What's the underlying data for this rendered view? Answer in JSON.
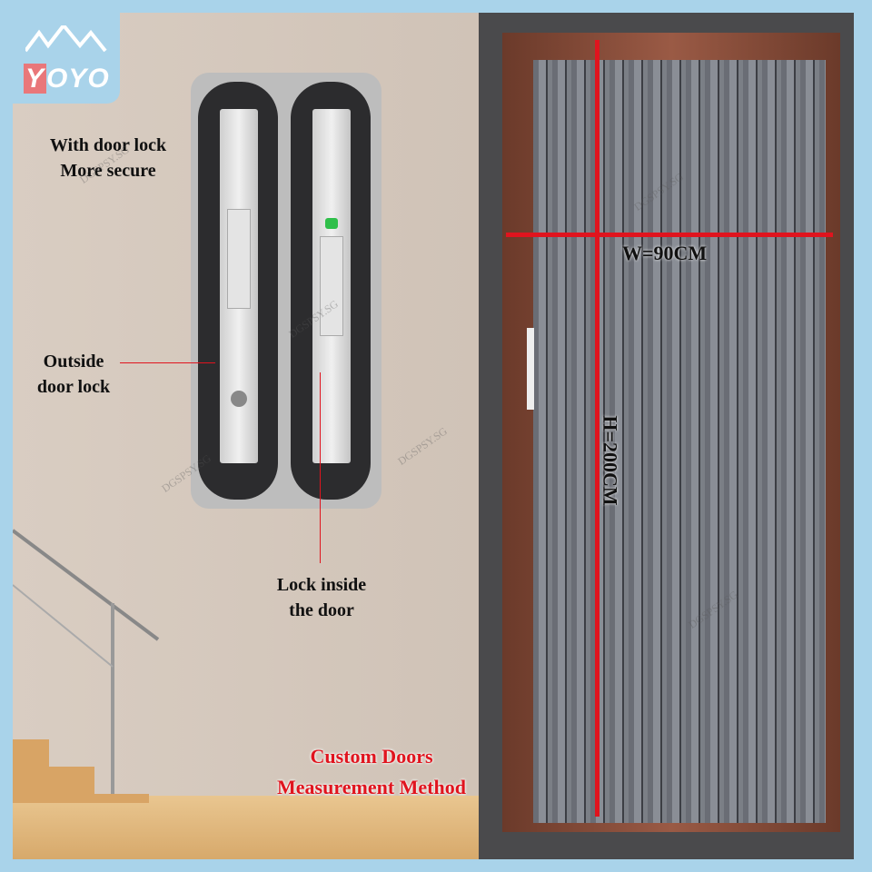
{
  "logo": {
    "brand": "YOYO"
  },
  "labels": {
    "lock_title_1": "With door lock",
    "lock_title_2": "More secure",
    "outside_1": "Outside",
    "outside_2": "door lock",
    "inside_1": "Lock inside",
    "inside_2": "the door",
    "custom_1": "Custom Doors",
    "custom_2": "Measurement Method"
  },
  "dimensions": {
    "width": "W=90CM",
    "height": "H=200CM"
  },
  "watermark": "DGSPSY.SG",
  "colors": {
    "accent": "#e0141e",
    "frame": "#a9d3ea"
  }
}
